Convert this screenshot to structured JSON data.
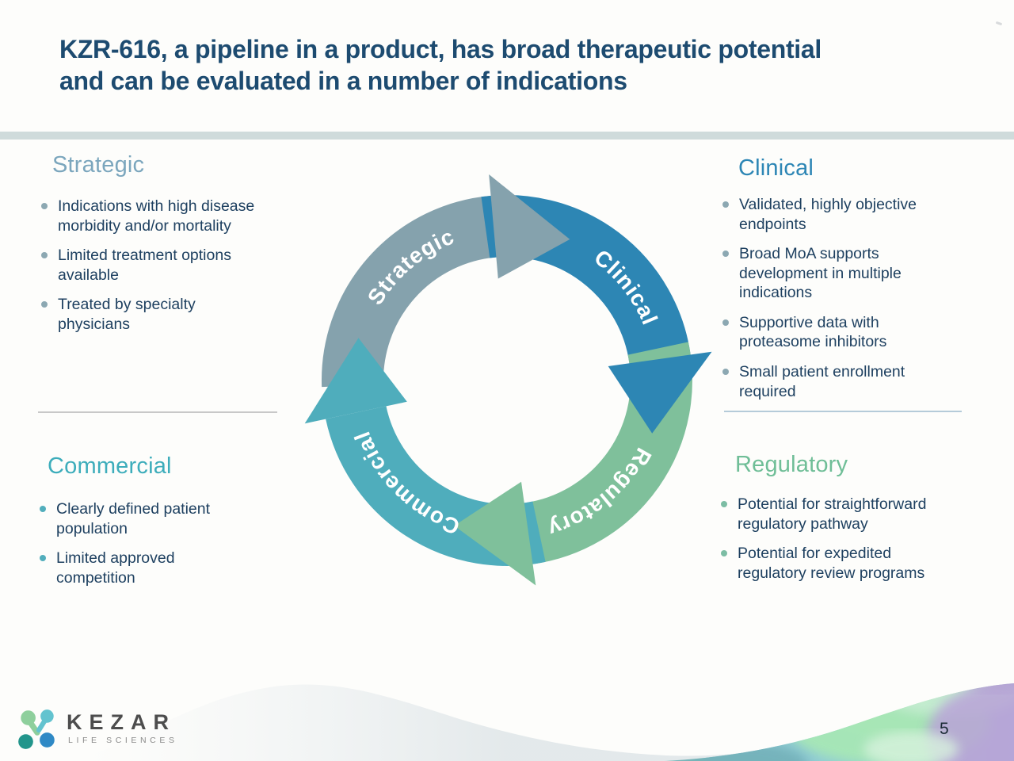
{
  "theme": {
    "title_color": "#1d4b70",
    "accent_band_color": "#cfdbdb",
    "body_text_color": "#1e4060",
    "logo_green": "#8ecf9c",
    "logo_dark_teal": "#22958b",
    "logo_light_teal": "#63c3cf",
    "logo_blue": "#2f89c5"
  },
  "header": {
    "title": "KZR-616, a pipeline in a product, has broad therapeutic potential\nand can be evaluated in a number of indications"
  },
  "sections": {
    "strategic": {
      "heading": "Strategic",
      "heading_color": "#7ba6bd",
      "bullets": [
        "Indications with high disease\nmorbidity and/or mortality",
        "Limited treatment options\navailable",
        "Treated by specialty\nphysicians"
      ]
    },
    "clinical": {
      "heading": "Clinical",
      "heading_color": "#2d86b5",
      "bullets": [
        "Validated, highly objective\nendpoints",
        "Broad MoA supports\ndevelopment in multiple\nindications",
        "Supportive data with\nproteasome inhibitors",
        "Small patient enrollment\nrequired"
      ]
    },
    "commercial": {
      "heading": "Commercial",
      "heading_color": "#3dadbb",
      "bullets": [
        "Clearly defined patient\npopulation",
        "Limited approved\ncompetition"
      ]
    },
    "regulatory": {
      "heading": "Regulatory",
      "heading_color": "#6fbe97",
      "bullets": [
        "Potential for straightforward\nregulatory pathway",
        "Potential for expedited\nregulatory review programs"
      ]
    }
  },
  "diagram": {
    "type": "cycle",
    "labels": {
      "strategic": "Strategic",
      "clinical": "Clinical",
      "regulatory": "Regulatory",
      "commercial": "Commercial"
    },
    "colors": {
      "strategic": "#85a2ad",
      "clinical": "#2d86b4",
      "regulatory": "#7fc09b",
      "commercial": "#4fadbc"
    }
  },
  "footer": {
    "logo_text": "KEZAR",
    "logo_subtitle": "LIFE SCIENCES",
    "page_number": "5"
  }
}
